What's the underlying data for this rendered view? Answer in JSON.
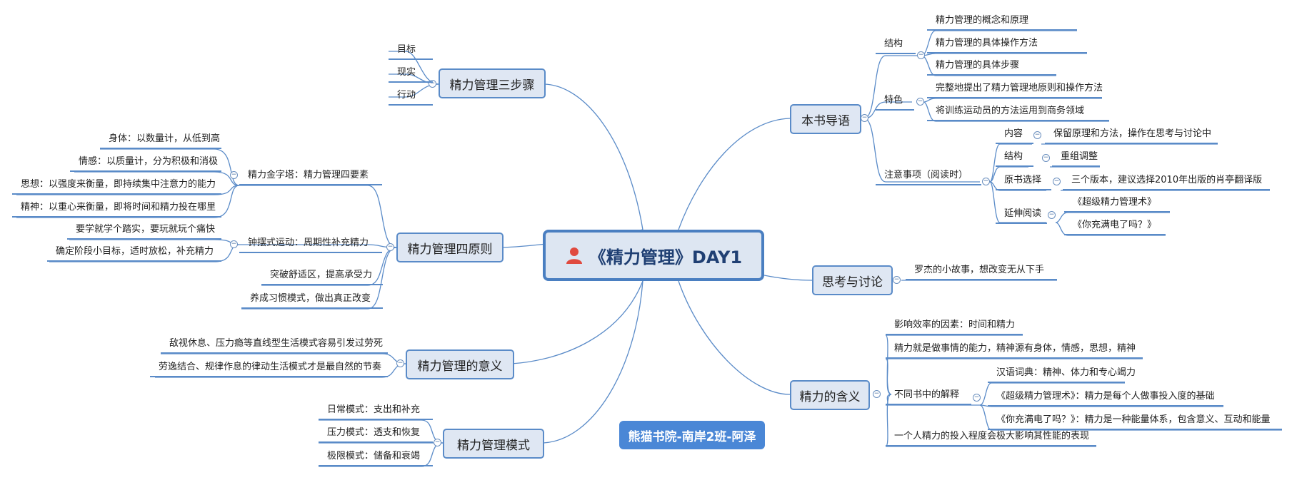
{
  "central": {
    "title": "《精力管理》DAY1"
  },
  "credit": "熊猫书院-南岸2班-阿泽",
  "branches": {
    "three_steps": {
      "label": "精力管理三步骤",
      "items": [
        "目标",
        "现实",
        "行动"
      ]
    },
    "four_principles": {
      "label": "精力管理四原则",
      "pyramid": {
        "label": "精力金字塔：精力管理四要素",
        "items": [
          "身体：以数量计，从低到高",
          "情感：以质量计，分为积极和消极",
          "思想：以强度来衡量，即持续集中注意力的能力",
          "精神：以重心来衡量，即将时间和精力投在哪里"
        ]
      },
      "pendulum": {
        "label": "钟摆式运动：周期性补充精力",
        "items": [
          "要学就学个踏实，要玩就玩个痛快",
          "确定阶段小目标，适时放松，补充精力"
        ]
      },
      "others": [
        "突破舒适区，提高承受力",
        "养成习惯模式，做出真正改变"
      ]
    },
    "meaning": {
      "label": "精力管理的意义",
      "items": [
        "敌视休息、压力瘾等直线型生活模式容易引发过劳死",
        "劳逸结合、规律作息的律动生活模式才是最自然的节奏"
      ]
    },
    "modes": {
      "label": "精力管理模式",
      "items": [
        "日常模式：支出和补充",
        "压力模式：透支和恢复",
        "极限模式：储备和衰竭"
      ]
    },
    "intro": {
      "label": "本书导语",
      "structure": {
        "label": "结构",
        "items": [
          "精力管理的概念和原理",
          "精力管理的具体操作方法",
          "精力管理的具体步骤"
        ]
      },
      "features": {
        "label": "特色",
        "items": [
          "完整地提出了精力管理地原则和操作方法",
          "将训练运动员的方法运用到商务领域"
        ]
      },
      "notes": {
        "label": "注意事项（阅读时）",
        "content": {
          "label": "内容",
          "value": "保留原理和方法，操作在思考与讨论中"
        },
        "structure": {
          "label": "结构",
          "value": "重组调整"
        },
        "edition": {
          "label": "原书选择",
          "value": "三个版本，建议选择2010年出版的肖亭翻译版"
        },
        "extended": {
          "label": "延伸阅读",
          "items": [
            "《超级精力管理术》",
            "《你充满电了吗？》"
          ]
        }
      }
    },
    "thinking": {
      "label": "思考与讨论",
      "items": [
        "罗杰的小故事，想改变无从下手"
      ]
    },
    "energy_meaning": {
      "label": "精力的含义",
      "factor": "影响效率的因素：时间和精力",
      "ability": "精力就是做事情的能力，精神源有身体，情感，思想，精神",
      "books": {
        "label": "不同书中的解释",
        "items": [
          "汉语词典：精神、体力和专心竭力",
          "《超级精力管理术》：精力是每个人做事投入度的基础",
          "《你充满电了吗？》：精力是一种能量体系，包含意义、互动和能量"
        ]
      },
      "impact": "一个人精力的投入程度会极大影响其性能的表现"
    }
  }
}
